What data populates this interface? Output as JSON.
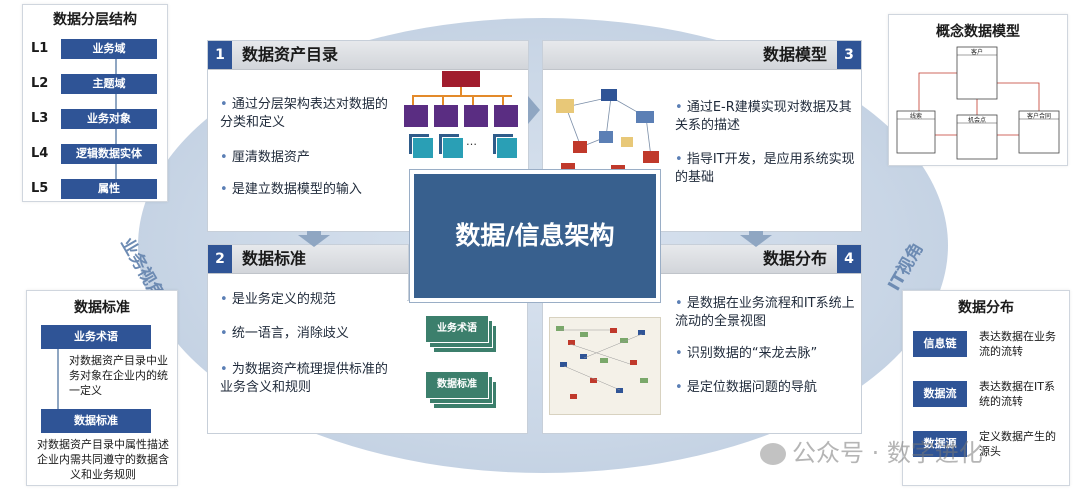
{
  "center_title": "数据/信息架构",
  "business_view_label": "业务视角",
  "it_view_label": "IT视角",
  "layers": {
    "title": "数据分层结构",
    "items": [
      {
        "level": "L1",
        "name": "业务域"
      },
      {
        "level": "L2",
        "name": "主题域"
      },
      {
        "level": "L3",
        "name": "业务对象"
      },
      {
        "level": "L4",
        "name": "逻辑数据实体"
      },
      {
        "level": "L5",
        "name": "属性"
      }
    ]
  },
  "panels": {
    "p1": {
      "num": "1",
      "title": "数据资产目录",
      "bullets": [
        "通过分层架构表达对数据的分类和定义",
        "厘清数据资产",
        "是建立数据模型的输入"
      ],
      "dots": "…"
    },
    "p2": {
      "num": "2",
      "title": "数据标准",
      "bullets": [
        "是业务定义的规范",
        "统一语言，消除歧义",
        "为数据资产梳理提供标准的业务含义和规则"
      ],
      "stack1": "业务术语",
      "stack2": "数据标准"
    },
    "p3": {
      "num": "3",
      "title": "数据模型",
      "bullets": [
        "通过E-R建模实现对数据及其关系的描述",
        "指导IT开发，是应用系统实现的基础"
      ]
    },
    "p4": {
      "num": "4",
      "title": "数据分布",
      "bullets": [
        "是数据在业务流程和IT系统上流动的全景视图",
        "识别数据的“来龙去脉”",
        "是定位数据问题的导航"
      ]
    }
  },
  "concept_model": {
    "title": "概念数据模型",
    "entities": [
      "客户",
      "线索",
      "机会点",
      "客户合同"
    ]
  },
  "standards_box": {
    "title": "数据标准",
    "tag1": "业务术语",
    "desc1": "对数据资产目录中业务对象在企业内的统一定义",
    "tag2": "数据标准",
    "desc2": "对数据资产目录中属性描述企业内需共同遵守的数据含义和业务规则"
  },
  "distribution_box": {
    "title": "数据分布",
    "items": [
      {
        "tag": "信息链",
        "desc": "表达数据在业务流的流转"
      },
      {
        "tag": "数据流",
        "desc": "表达数据在IT系统的流转"
      },
      {
        "tag": "数据源",
        "desc": "定义数据产生的源头"
      }
    ]
  },
  "watermark": "公众号 · 数字进化",
  "colors": {
    "primary": "#2f5496",
    "center": "#38608e",
    "ellipse": "#c9d6e6",
    "red": "#c0392b"
  }
}
